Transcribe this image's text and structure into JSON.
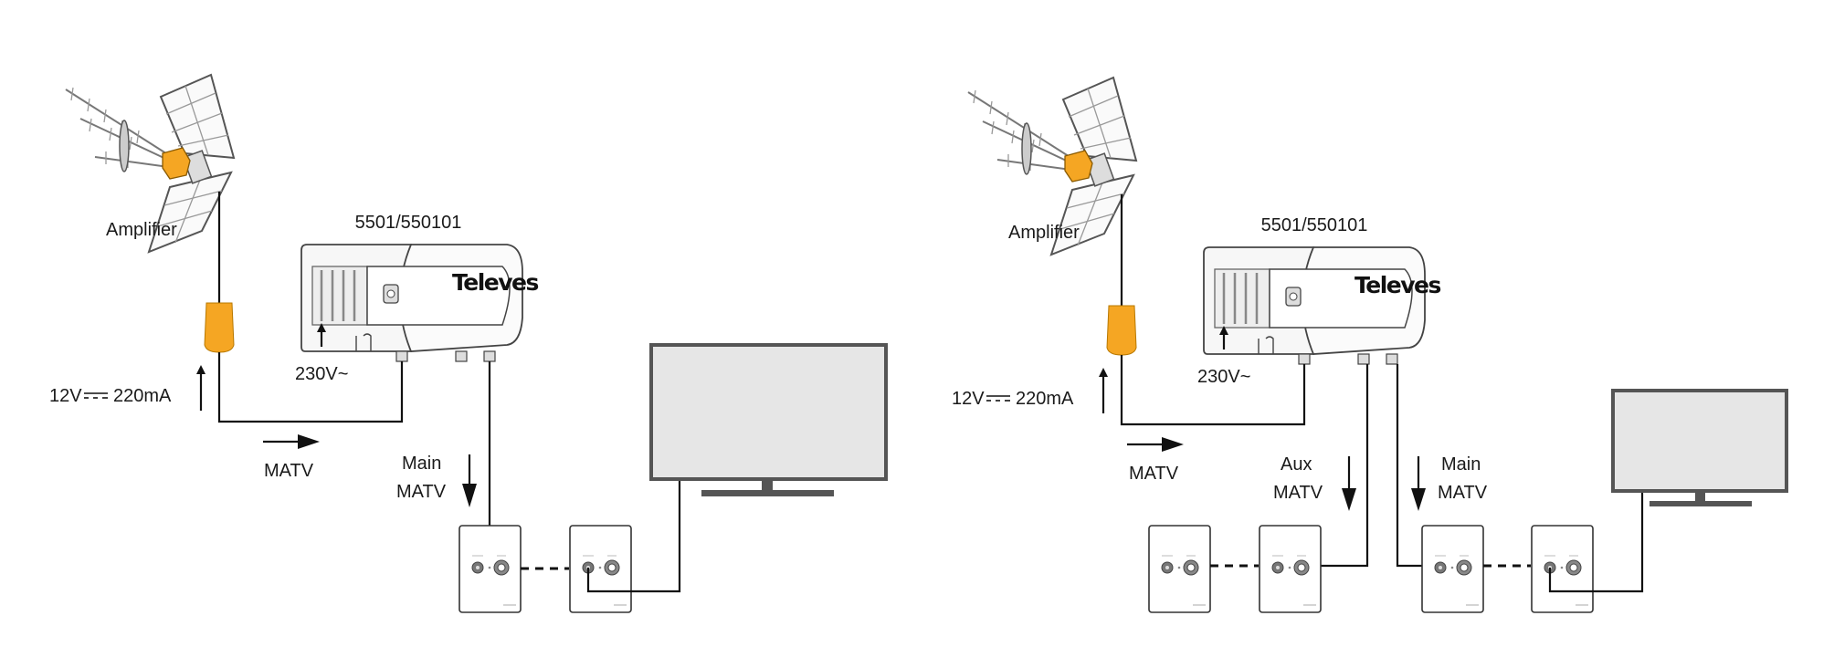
{
  "colors": {
    "amplifier": "#f5a623",
    "tv_screen": "#e6e6e6",
    "line": "#111111"
  },
  "left": {
    "amplifier_label": "Amplifier",
    "headend_model": "5501/550101",
    "headend_brand": "Televes",
    "mains_label": "230V~",
    "dc_voltage": "12V",
    "dc_current": "220mA",
    "matv_label": "MATV",
    "main_label_1": "Main",
    "main_label_2": "MATV"
  },
  "right": {
    "amplifier_label": "Amplifier",
    "headend_model": "5501/550101",
    "headend_brand": "Televes",
    "mains_label": "230V~",
    "dc_voltage": "12V",
    "dc_current": "220mA",
    "matv_label": "MATV",
    "aux_label_1": "Aux",
    "aux_label_2": "MATV",
    "main_label_1": "Main",
    "main_label_2": "MATV"
  }
}
